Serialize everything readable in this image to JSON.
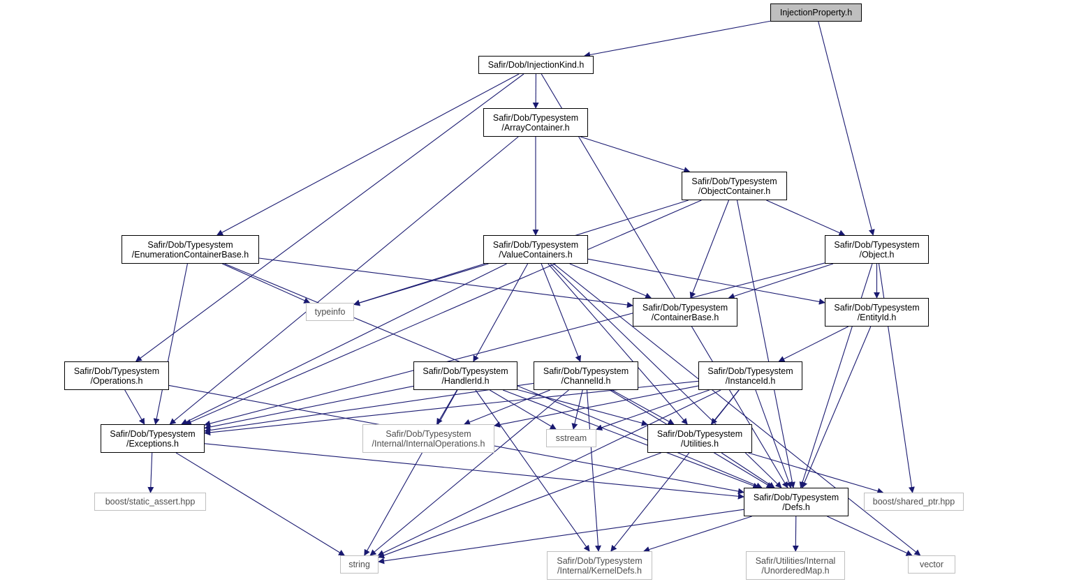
{
  "graph": {
    "colors": {
      "edge": "#191970",
      "node_border": "#000000",
      "external_border": "#bfbfbf",
      "root_fill": "#bfbfbf"
    },
    "nodes": {
      "injection_property": {
        "lines": [
          "InjectionProperty.h"
        ],
        "kind": "root"
      },
      "injection_kind": {
        "lines": [
          "Safir/Dob/InjectionKind.h"
        ],
        "kind": "header"
      },
      "array_container": {
        "lines": [
          "Safir/Dob/Typesystem",
          "/ArrayContainer.h"
        ],
        "kind": "header"
      },
      "object_container": {
        "lines": [
          "Safir/Dob/Typesystem",
          "/ObjectContainer.h"
        ],
        "kind": "header"
      },
      "enumeration_container_base": {
        "lines": [
          "Safir/Dob/Typesystem",
          "/EnumerationContainerBase.h"
        ],
        "kind": "header"
      },
      "value_containers": {
        "lines": [
          "Safir/Dob/Typesystem",
          "/ValueContainers.h"
        ],
        "kind": "header"
      },
      "object": {
        "lines": [
          "Safir/Dob/Typesystem",
          "/Object.h"
        ],
        "kind": "header"
      },
      "typeinfo": {
        "lines": [
          "typeinfo"
        ],
        "kind": "external"
      },
      "container_base": {
        "lines": [
          "Safir/Dob/Typesystem",
          "/ContainerBase.h"
        ],
        "kind": "header"
      },
      "entity_id": {
        "lines": [
          "Safir/Dob/Typesystem",
          "/EntityId.h"
        ],
        "kind": "header"
      },
      "operations": {
        "lines": [
          "Safir/Dob/Typesystem",
          "/Operations.h"
        ],
        "kind": "header"
      },
      "handler_id": {
        "lines": [
          "Safir/Dob/Typesystem",
          "/HandlerId.h"
        ],
        "kind": "header"
      },
      "channel_id": {
        "lines": [
          "Safir/Dob/Typesystem",
          "/ChannelId.h"
        ],
        "kind": "header"
      },
      "instance_id": {
        "lines": [
          "Safir/Dob/Typesystem",
          "/InstanceId.h"
        ],
        "kind": "header"
      },
      "exceptions": {
        "lines": [
          "Safir/Dob/Typesystem",
          "/Exceptions.h"
        ],
        "kind": "header"
      },
      "internal_operations": {
        "lines": [
          "Safir/Dob/Typesystem",
          "/Internal/InternalOperations.h"
        ],
        "kind": "external"
      },
      "sstream": {
        "lines": [
          "sstream"
        ],
        "kind": "external"
      },
      "utilities": {
        "lines": [
          "Safir/Dob/Typesystem",
          "/Utilities.h"
        ],
        "kind": "header"
      },
      "static_assert": {
        "lines": [
          "boost/static_assert.hpp"
        ],
        "kind": "external"
      },
      "defs": {
        "lines": [
          "Safir/Dob/Typesystem",
          "/Defs.h"
        ],
        "kind": "header"
      },
      "shared_ptr": {
        "lines": [
          "boost/shared_ptr.hpp"
        ],
        "kind": "external"
      },
      "string": {
        "lines": [
          "string"
        ],
        "kind": "external"
      },
      "kernel_defs": {
        "lines": [
          "Safir/Dob/Typesystem",
          "/Internal/KernelDefs.h"
        ],
        "kind": "external"
      },
      "unordered_map": {
        "lines": [
          "Safir/Utilities/Internal",
          "/UnorderedMap.h"
        ],
        "kind": "external"
      },
      "vector": {
        "lines": [
          "vector"
        ],
        "kind": "external"
      }
    },
    "edges": [
      [
        "injection_property",
        "injection_kind"
      ],
      [
        "injection_property",
        "object"
      ],
      [
        "injection_kind",
        "array_container"
      ],
      [
        "injection_kind",
        "enumeration_container_base"
      ],
      [
        "injection_kind",
        "operations"
      ],
      [
        "injection_kind",
        "defs"
      ],
      [
        "array_container",
        "value_containers"
      ],
      [
        "array_container",
        "object_container"
      ],
      [
        "array_container",
        "exceptions"
      ],
      [
        "object_container",
        "object"
      ],
      [
        "object_container",
        "container_base"
      ],
      [
        "object_container",
        "typeinfo"
      ],
      [
        "object_container",
        "exceptions"
      ],
      [
        "object_container",
        "defs"
      ],
      [
        "enumeration_container_base",
        "typeinfo"
      ],
      [
        "enumeration_container_base",
        "container_base"
      ],
      [
        "enumeration_container_base",
        "exceptions"
      ],
      [
        "enumeration_container_base",
        "defs"
      ],
      [
        "value_containers",
        "typeinfo"
      ],
      [
        "value_containers",
        "container_base"
      ],
      [
        "value_containers",
        "entity_id"
      ],
      [
        "value_containers",
        "handler_id"
      ],
      [
        "value_containers",
        "channel_id"
      ],
      [
        "value_containers",
        "exceptions"
      ],
      [
        "value_containers",
        "utilities"
      ],
      [
        "value_containers",
        "defs"
      ],
      [
        "value_containers",
        "vector"
      ],
      [
        "object",
        "container_base"
      ],
      [
        "object",
        "entity_id"
      ],
      [
        "object",
        "defs"
      ],
      [
        "object",
        "shared_ptr"
      ],
      [
        "object",
        "exceptions"
      ],
      [
        "entity_id",
        "instance_id"
      ],
      [
        "entity_id",
        "defs"
      ],
      [
        "operations",
        "exceptions"
      ],
      [
        "operations",
        "defs"
      ],
      [
        "handler_id",
        "exceptions"
      ],
      [
        "handler_id",
        "internal_operations"
      ],
      [
        "handler_id",
        "sstream"
      ],
      [
        "handler_id",
        "utilities"
      ],
      [
        "handler_id",
        "defs"
      ],
      [
        "handler_id",
        "string"
      ],
      [
        "handler_id",
        "kernel_defs"
      ],
      [
        "channel_id",
        "exceptions"
      ],
      [
        "channel_id",
        "internal_operations"
      ],
      [
        "channel_id",
        "sstream"
      ],
      [
        "channel_id",
        "utilities"
      ],
      [
        "channel_id",
        "defs"
      ],
      [
        "channel_id",
        "string"
      ],
      [
        "channel_id",
        "kernel_defs"
      ],
      [
        "instance_id",
        "exceptions"
      ],
      [
        "instance_id",
        "internal_operations"
      ],
      [
        "instance_id",
        "sstream"
      ],
      [
        "instance_id",
        "utilities"
      ],
      [
        "instance_id",
        "defs"
      ],
      [
        "instance_id",
        "string"
      ],
      [
        "instance_id",
        "kernel_defs"
      ],
      [
        "exceptions",
        "static_assert"
      ],
      [
        "exceptions",
        "defs"
      ],
      [
        "exceptions",
        "string"
      ],
      [
        "utilities",
        "defs"
      ],
      [
        "utilities",
        "shared_ptr"
      ],
      [
        "utilities",
        "string"
      ],
      [
        "defs",
        "string"
      ],
      [
        "defs",
        "kernel_defs"
      ],
      [
        "defs",
        "unordered_map"
      ],
      [
        "defs",
        "vector"
      ]
    ]
  }
}
